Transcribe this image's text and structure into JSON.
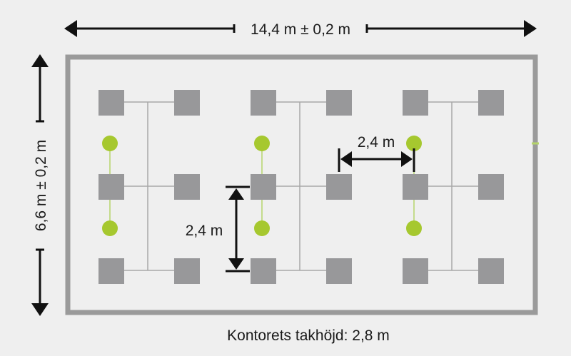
{
  "dimensions": {
    "width_label": "14,4 m ± 0,2 m",
    "height_label": "6,6 m ± 0,2 m",
    "horizontal_spacing_label": "2,4 m",
    "vertical_spacing_label": "2,4 m"
  },
  "caption": "Kontorets takhöjd: 2,8 m",
  "colors": {
    "background": "#efefef",
    "room_outline": "#9a9a9a",
    "desk": "#98989a",
    "connector_line": "#a8a8a8",
    "sensor_dot": "#a6c82f",
    "sensor_line": "#b5d46a",
    "arrow": "#111111"
  },
  "layout": {
    "desk_clusters": 3,
    "desk_rows": 3,
    "desks_per_row_in_cluster": 2,
    "sensors_per_cluster": 2
  }
}
